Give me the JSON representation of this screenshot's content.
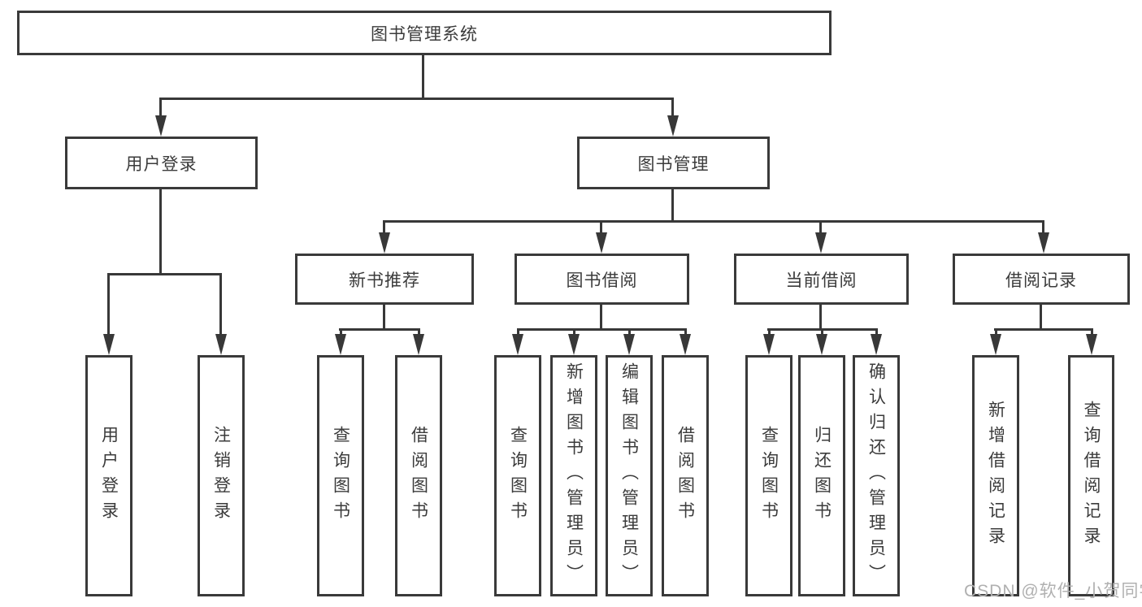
{
  "diagram": {
    "nodes": {
      "root": "图书管理系统",
      "user_login": "用户登录",
      "book_mgmt": "图书管理",
      "new_book_rec": "新书推荐",
      "book_borrow": "图书借阅",
      "current_borrow": "当前借阅",
      "borrow_records": "借阅记录",
      "leaf_user_login": "用户登录",
      "leaf_logout": "注销登录",
      "leaf_nb_query": "查询图书",
      "leaf_nb_borrow": "借阅图书",
      "leaf_bb_query": "查询图书",
      "leaf_bb_add": "新增图书（管理员）",
      "leaf_bb_edit": "编辑图书（管理员）",
      "leaf_bb_borrow": "借阅图书",
      "leaf_cb_query": "查询图书",
      "leaf_cb_return": "归还图书",
      "leaf_cb_confirm": "确认归还（管理员）",
      "leaf_br_add": "新增借阅记录",
      "leaf_br_query": "查询借阅记录"
    },
    "colors": {
      "line": "#383838",
      "text": "#3b3b3b",
      "watermark_gray": "#b0b0b0"
    }
  },
  "watermark": {
    "text": "CSDN @软件_小贺同学"
  }
}
